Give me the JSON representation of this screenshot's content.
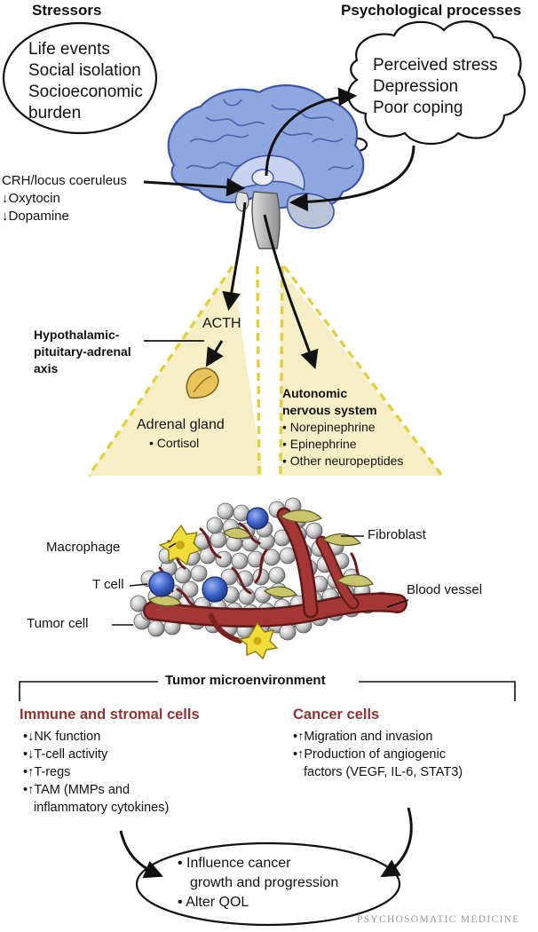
{
  "headers": {
    "stressors": "Stressors",
    "psych": "Psychological processes"
  },
  "stressors_oval": [
    "Life events",
    "Social isolation",
    "Socioeconomic",
    "burden"
  ],
  "psych_cloud": [
    "Perceived stress",
    "Depression",
    "Poor coping"
  ],
  "brain_labels": [
    "CRH/locus coeruleus",
    "↓Oxytocin",
    "↓Dopamine"
  ],
  "hpa": {
    "label": [
      "Hypothalamic-",
      "pituitary-adrenal",
      "axis"
    ],
    "acth": "ACTH",
    "adrenal": "Adrenal gland",
    "cortisol": "• Cortisol"
  },
  "ans": {
    "label": [
      "Autonomic",
      "nervous system"
    ],
    "items": [
      "• Norepinephrine",
      "• Epinephrine",
      "• Other neuropeptides"
    ]
  },
  "tumor_labels": {
    "macrophage": "Macrophage",
    "tcell": "T cell",
    "tumor_cell": "Tumor cell",
    "fibroblast": "Fibroblast",
    "blood_vessel": "Blood vessel"
  },
  "microenv_title": "Tumor microenvironment",
  "immune": {
    "title": "Immune and stromal cells",
    "items": [
      "•↓NK function",
      "•↓T-cell activity",
      "•↑T-regs",
      "•↑TAM (MMPs and",
      "inflammatory cytokines)"
    ]
  },
  "cancer": {
    "title": "Cancer cells",
    "items": [
      "•↑Migration and invasion",
      "•↑Production of angiogenic",
      "factors (VEGF, IL-6, STAT3)"
    ]
  },
  "outcome": [
    "• Influence cancer",
    "growth and progression",
    "• Alter QOL"
  ],
  "watermark": "PSYCHOSOMATIC MEDICINE",
  "colors": {
    "brain": "#8fa6df",
    "brain_dark": "#3d55a8",
    "cone": "#f6efc6",
    "tumor_cell": "#d0d0d0",
    "vessel": "#9c3131",
    "macrophage": "#f2dc3a",
    "tcell": "#3d63c9",
    "fibroblast": "#c9c46c",
    "section_title": "#8e3432"
  }
}
